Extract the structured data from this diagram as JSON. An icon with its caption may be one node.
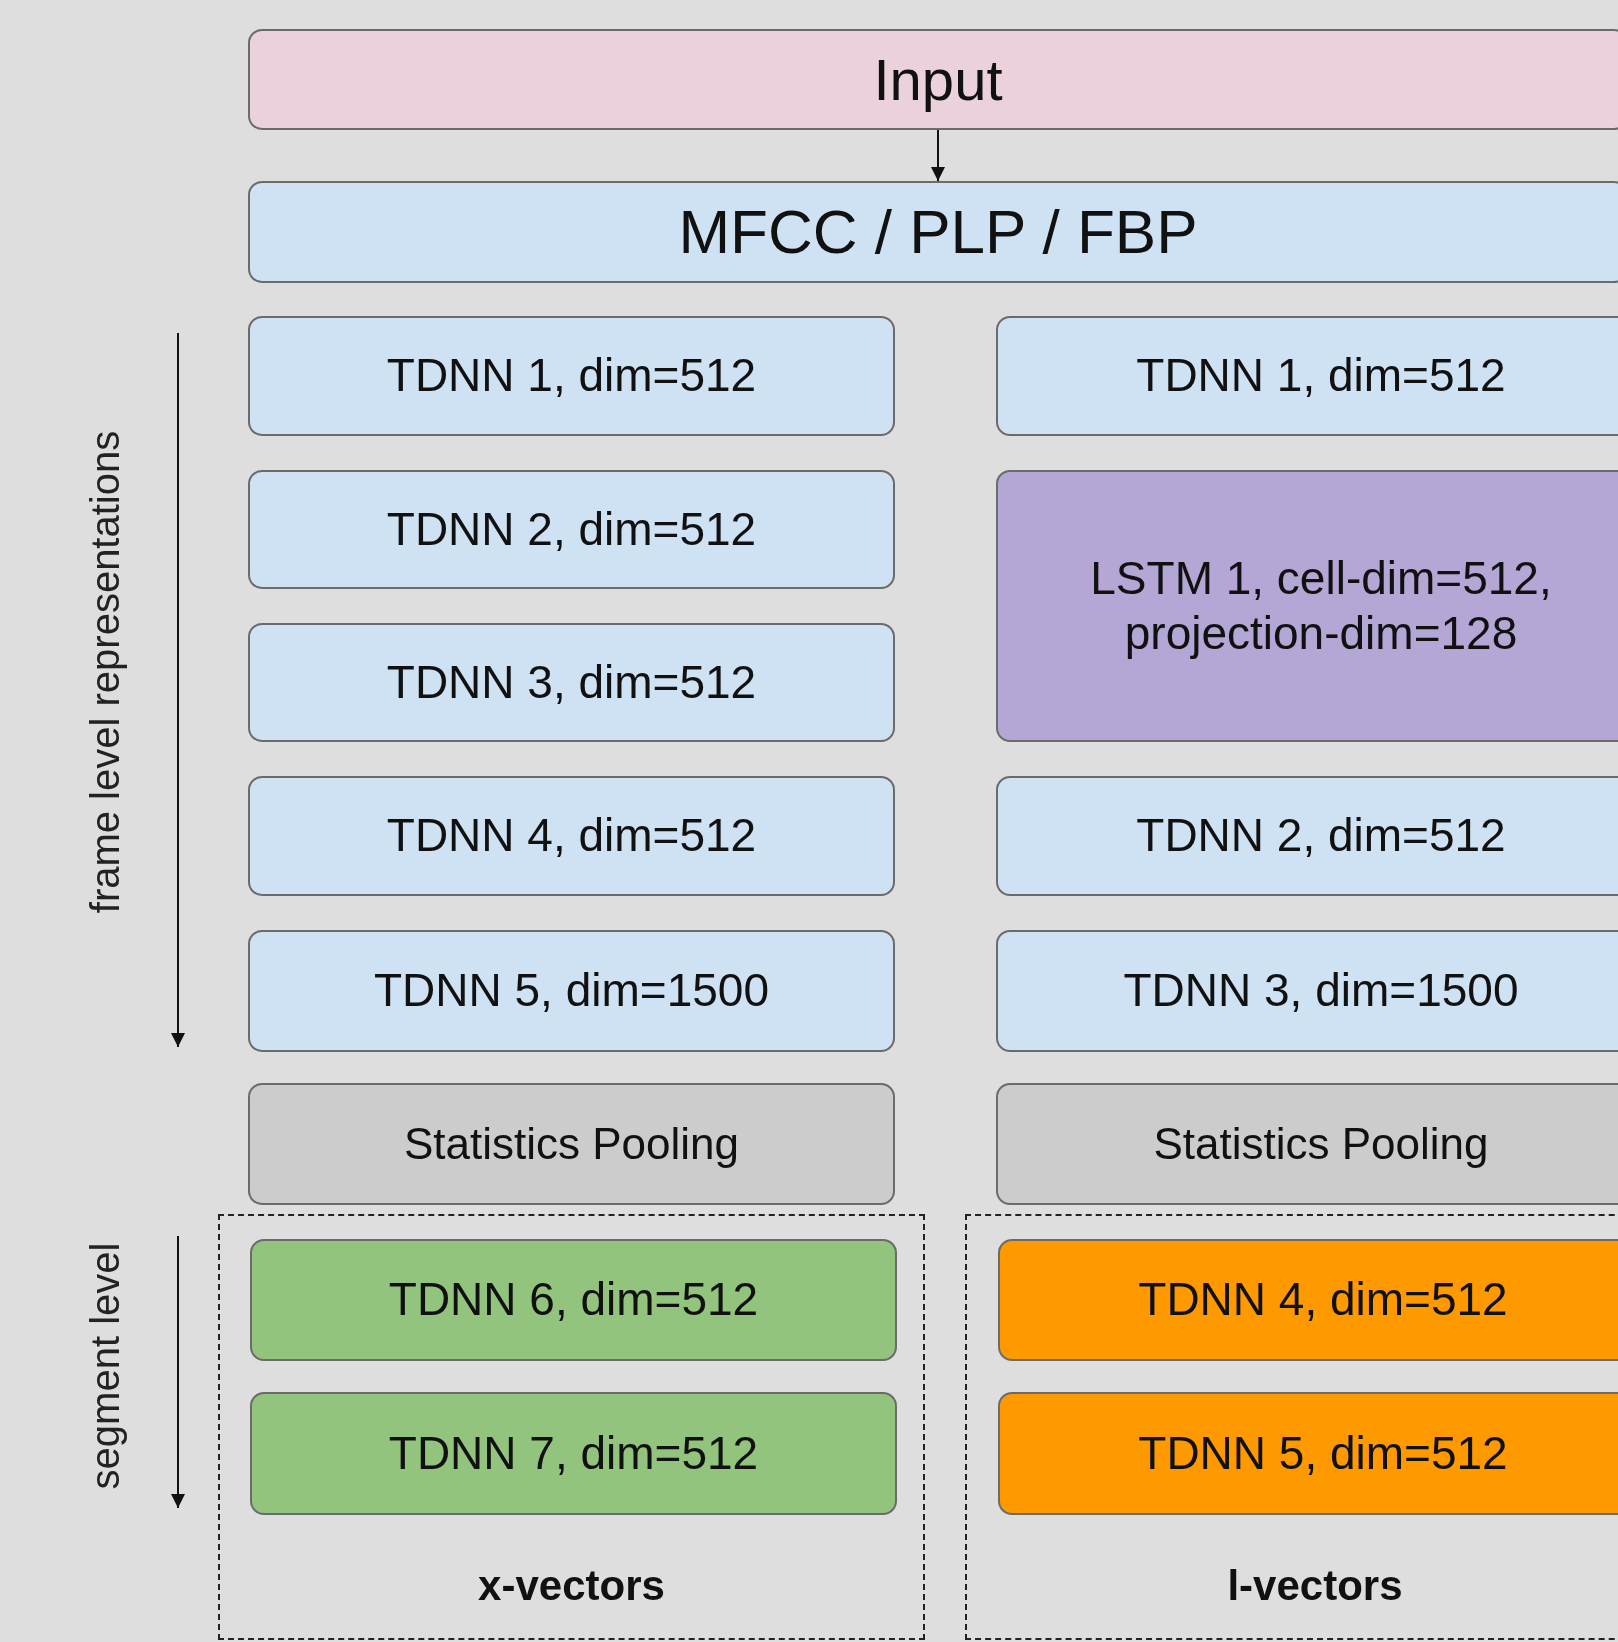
{
  "diagram": {
    "nodes": [
      {
        "text": [
          "Input"
        ]
      },
      {
        "text": [
          "MFCC / PLP / FBP"
        ]
      },
      {
        "text": [
          "TDNN 1, dim=512"
        ]
      },
      {
        "text": [
          "TDNN 2, dim=512"
        ]
      },
      {
        "text": [
          "TDNN 3, dim=512"
        ]
      },
      {
        "text": [
          "TDNN 4, dim=512"
        ]
      },
      {
        "text": [
          "TDNN 5, dim=1500"
        ]
      },
      {
        "text": [
          "Statistics Pooling"
        ]
      },
      {
        "text": [
          "TDNN 1, dim=512"
        ]
      },
      {
        "text": [
          "LSTM 1, cell-dim=512, projection-dim=128"
        ]
      },
      {
        "text": [
          "TDNN 2, dim=512"
        ]
      },
      {
        "text": [
          "TDNN 3, dim=1500"
        ]
      },
      {
        "text": [
          "Statistics Pooling"
        ]
      },
      {
        "text": [
          "x-vectors"
        ]
      },
      {
        "text": [
          "TDNN 6, dim=512"
        ],
        "in": 13
      },
      {
        "text": [
          "TDNN 7, dim=512"
        ],
        "in": 13
      },
      {
        "text": [
          "l-vectors"
        ]
      },
      {
        "text": [
          "TDNN 4, dim=512"
        ],
        "in": 16
      },
      {
        "text": [
          "TDNN 5, dim=512"
        ],
        "in": 16
      }
    ],
    "edges": [
      {
        "from": 0,
        "to": 1,
        "arrow": "to"
      }
    ],
    "labels": [
      "frame level representations",
      "segment level"
    ]
  }
}
